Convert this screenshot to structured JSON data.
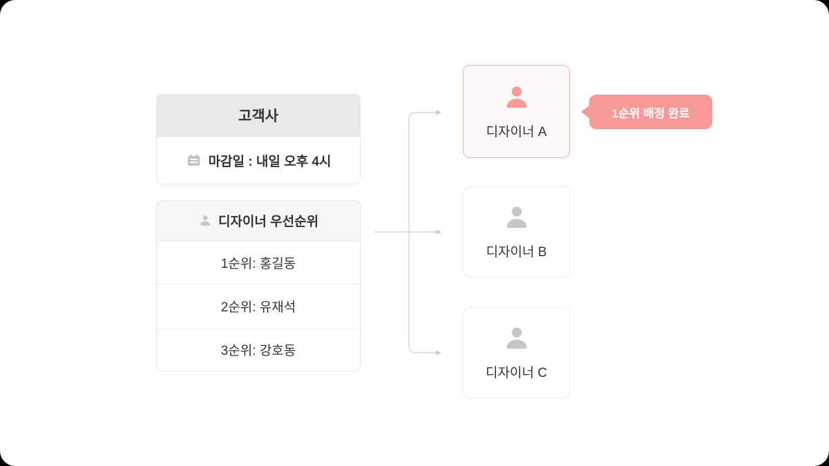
{
  "client_panel": {
    "title": "고객사",
    "deadline_text": "마감일 : 내일 오후 4시",
    "deadline_icon": "calendar-icon"
  },
  "priority_panel": {
    "title": "디자이너 우선순위",
    "title_icon": "person-icon",
    "items": [
      {
        "label": "1순위: 홍길동"
      },
      {
        "label": "2순위: 유재석"
      },
      {
        "label": "3순위: 강호동"
      }
    ]
  },
  "designers": [
    {
      "label": "디자이너 A",
      "state": "assigned"
    },
    {
      "label": "디자이너 B",
      "state": "default"
    },
    {
      "label": "디자이너 C",
      "state": "default"
    }
  ],
  "badge": {
    "label": "1순위 배정 완료"
  },
  "colors": {
    "accent": "#f79899",
    "accent_card_bg": "#fff8f8",
    "accent_card_border": "#f1b4b4",
    "accent_icon": "#f79a9a",
    "gray_icon": "#c6c6c6",
    "header_dark_bg": "#e9e9e9",
    "header_light_bg": "#f6f6f6",
    "connector_line": "#d7d7d7",
    "text": "#333333",
    "badge_text": "#ffffff"
  }
}
